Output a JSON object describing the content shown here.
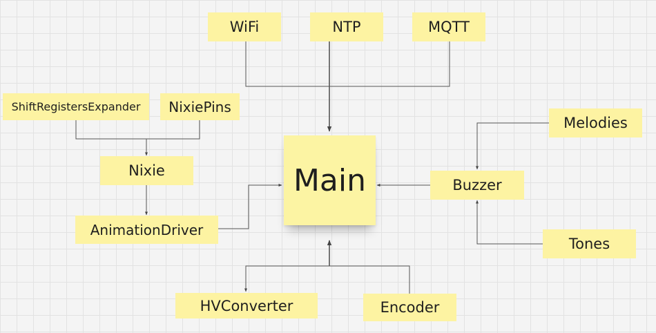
{
  "diagram": {
    "nodes": {
      "wifi": "WiFi",
      "ntp": "NTP",
      "mqtt": "MQTT",
      "shift_registers_expander": "ShiftRegistersExpander",
      "nixie_pins": "NixiePins",
      "nixie": "Nixie",
      "animation_driver": "AnimationDriver",
      "main": "Main",
      "melodies": "Melodies",
      "buzzer": "Buzzer",
      "tones": "Tones",
      "hv_converter": "HVConverter",
      "encoder": "Encoder"
    },
    "colors": {
      "note": "#fdf3a2",
      "connector": "#555555",
      "canvas": "#f4f4f4",
      "grid": "#e2e2e2"
    }
  }
}
